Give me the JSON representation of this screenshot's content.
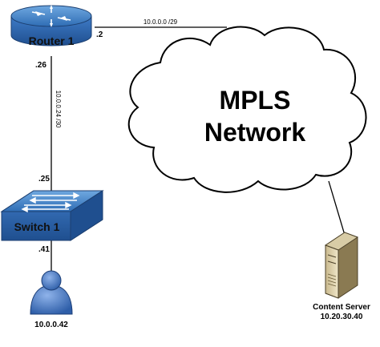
{
  "devices": {
    "router": {
      "name": "Router 1",
      "icon": "router-icon",
      "color": "#3b7dc4"
    },
    "switch": {
      "name": "Switch 1",
      "icon": "switch-icon",
      "color": "#3b7dc4"
    },
    "server": {
      "name": "Content Server",
      "ip": "10.20.30.40",
      "icon": "server-icon"
    },
    "host": {
      "ip": "10.0.0.42",
      "icon": "user-icon",
      "color": "#4a78c2"
    }
  },
  "cloud": {
    "line1": "MPLS",
    "line2": "Network"
  },
  "links": {
    "router_mpls": {
      "subnet": "10.0.0.0 /29",
      "router_if": ".2"
    },
    "router_switch": {
      "subnet": "10.0.0.24 /30",
      "router_if": ".26",
      "switch_if": ".25"
    },
    "switch_host": {
      "switch_if": ".41"
    }
  }
}
